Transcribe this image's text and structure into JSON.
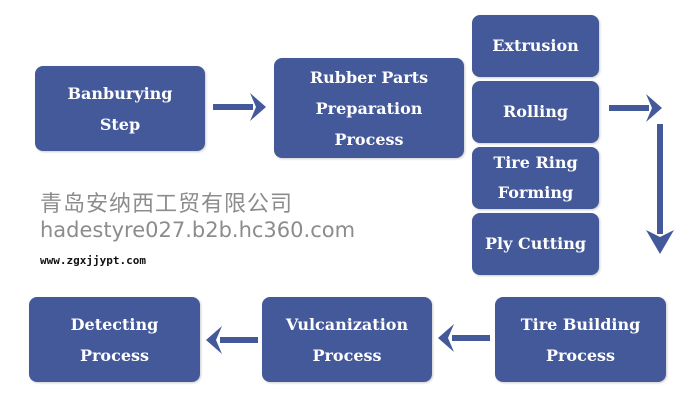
{
  "colors": {
    "box": "#44599a",
    "arrow": "#44599a",
    "text": "#ffffff"
  },
  "nodes": {
    "banburying": [
      "Banburying",
      "Step"
    ],
    "rubber_parts": [
      "Rubber Parts",
      "Preparation",
      "Process"
    ],
    "extrusion": [
      "Extrusion"
    ],
    "rolling": [
      "Rolling"
    ],
    "tire_ring": [
      "Tire Ring",
      "Forming"
    ],
    "ply_cutting": [
      "Ply Cutting"
    ],
    "tire_building": [
      "Tire Building",
      "Process"
    ],
    "vulcanization": [
      "Vulcanization",
      "Process"
    ],
    "detecting": [
      "Detecting",
      "Process"
    ]
  },
  "watermarks": {
    "company": "青岛安纳西工贸有限公司",
    "site": "hadestyre027.b2b.hc360.com",
    "small": "www.zgxjjypt.com"
  }
}
